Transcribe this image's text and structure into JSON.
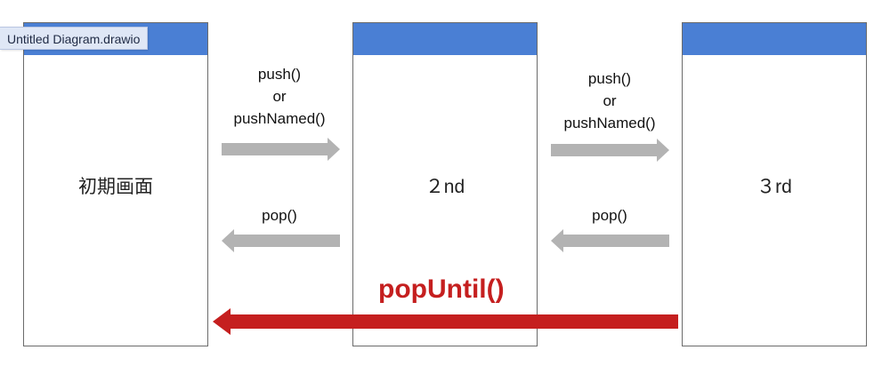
{
  "window": {
    "tab_title": "Untitled Diagram.drawio"
  },
  "screens": [
    {
      "label": "初期画面"
    },
    {
      "label": "２nd"
    },
    {
      "label": "３rd"
    }
  ],
  "transitions": {
    "push_1": {
      "line1": "push()",
      "line2": "or",
      "line3": "pushNamed()"
    },
    "push_2": {
      "line1": "push()",
      "line2": "or",
      "line3": "pushNamed()"
    },
    "pop_1": "pop()",
    "pop_2": "pop()",
    "pop_until": "popUntil()"
  },
  "colors": {
    "header_bar": "#4a7fd4",
    "arrow_gray": "#b3b3b3",
    "arrow_red": "#c51f1f",
    "pop_until_text": "#c51f1f"
  }
}
